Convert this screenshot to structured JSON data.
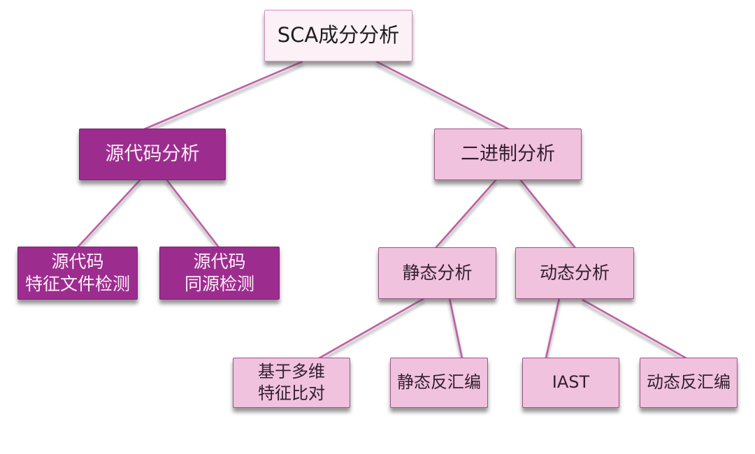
{
  "diagram": {
    "title": "SCA成分分析",
    "nodes": {
      "root": {
        "label": "SCA成分分析"
      },
      "source_code": {
        "label": "源代码分析"
      },
      "binary": {
        "label": "二进制分析"
      },
      "feature_file": {
        "label": "源代码\n特征文件检测"
      },
      "homology": {
        "label": "源代码\n同源检测"
      },
      "static": {
        "label": "静态分析"
      },
      "dynamic": {
        "label": "动态分析"
      },
      "multidim": {
        "label": "基于多维\n特征比对"
      },
      "static_disasm": {
        "label": "静态反汇编"
      },
      "iast": {
        "label": "IAST"
      },
      "dynamic_disasm": {
        "label": "动态反汇编"
      }
    },
    "edges": [
      {
        "from": "root",
        "to": "source_code"
      },
      {
        "from": "root",
        "to": "binary"
      },
      {
        "from": "source_code",
        "to": "feature_file"
      },
      {
        "from": "source_code",
        "to": "homology"
      },
      {
        "from": "binary",
        "to": "static"
      },
      {
        "from": "binary",
        "to": "dynamic"
      },
      {
        "from": "static",
        "to": "multidim"
      },
      {
        "from": "static",
        "to": "static_disasm"
      },
      {
        "from": "dynamic",
        "to": "iast"
      },
      {
        "from": "dynamic",
        "to": "dynamic_disasm"
      }
    ],
    "colors": {
      "root_fill": "#FCF1F7",
      "root_border": "#D98FBF",
      "magenta_fill": "#9C2D8F",
      "magenta_border": "#7C2173",
      "magenta_text": "#FDEFF8",
      "pink_fill": "#F0C2DD",
      "pink_border": "#9C5583",
      "pink_text": "#33202F",
      "edge": "#C05FA5"
    }
  }
}
